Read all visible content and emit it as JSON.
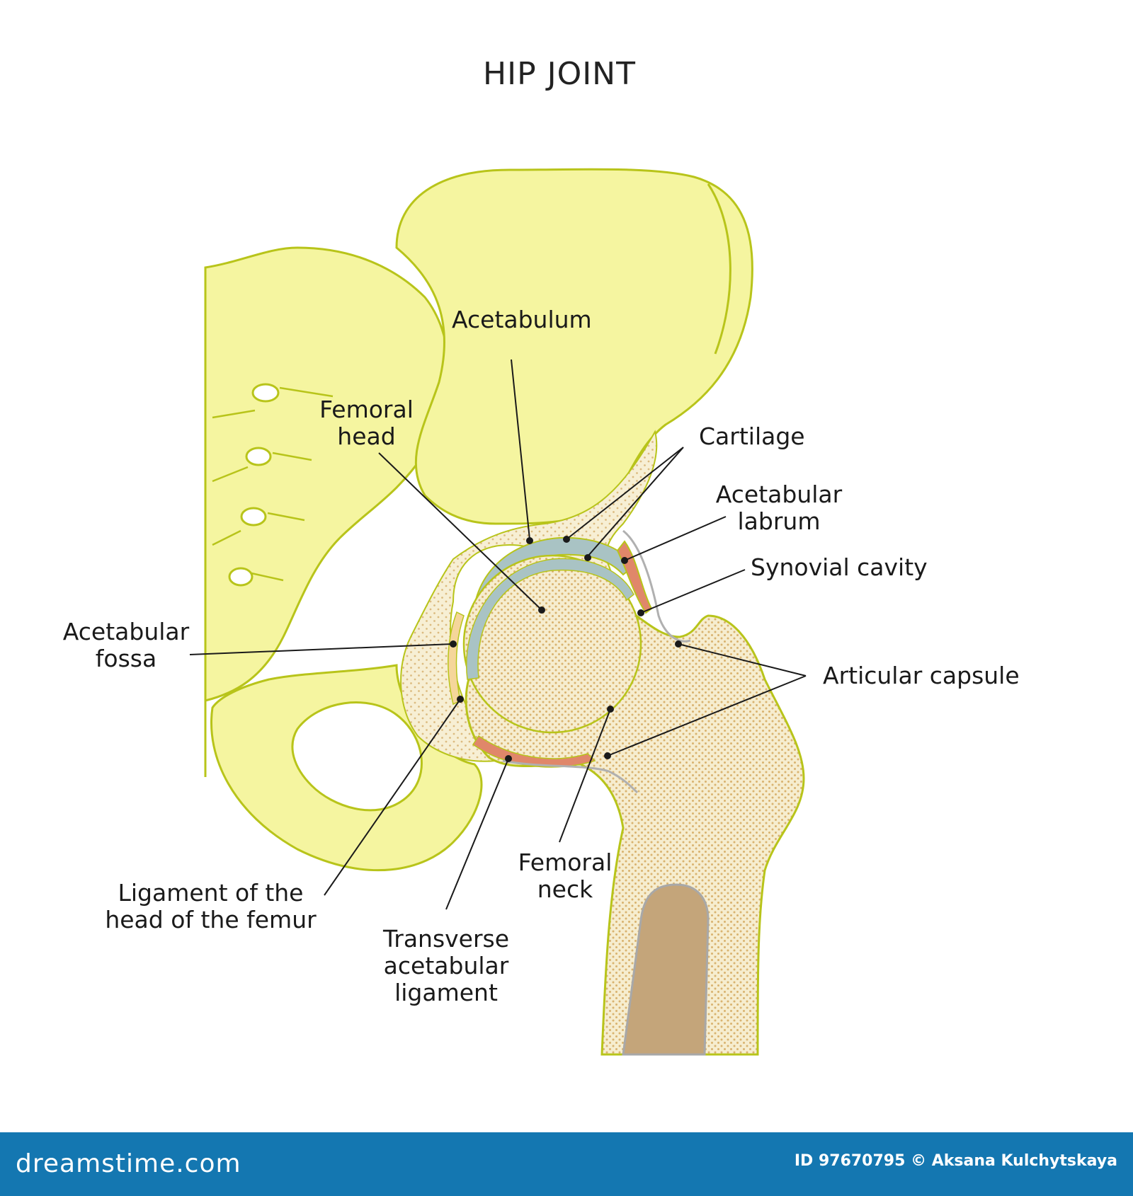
{
  "title": "HIP JOINT",
  "labels": {
    "acetabulum": "Acetabulum",
    "femoral_head_1": "Femoral",
    "femoral_head_2": "head",
    "cartilage": "Cartilage",
    "acetabular_labrum_1": "Acetabular",
    "acetabular_labrum_2": "labrum",
    "synovial_cavity": "Synovial cavity",
    "articular_capsule": "Articular capsule",
    "acetabular_fossa_1": "Acetabular",
    "acetabular_fossa_2": "fossa",
    "ligament_head_1": "Ligament of the",
    "ligament_head_2": "head of the femur",
    "transverse_1": "Transverse",
    "transverse_2": "acetabular",
    "transverse_3": "ligament",
    "femoral_neck_1": "Femoral",
    "femoral_neck_2": "neck"
  },
  "footer": {
    "brand": "dreamstime.com",
    "credit": "ID 97670795 © Aksana Kulchytskaya"
  },
  "colors": {
    "bone": "#f5f5a0",
    "bone_outline": "#b8c41a",
    "spongy": "#f6edcf",
    "spongy_dots": "#d9b36f",
    "cartilage": "#a9c3c4",
    "labrum": "#e0876a",
    "marrow": "#c4a57a",
    "footer": "#1477b1"
  }
}
